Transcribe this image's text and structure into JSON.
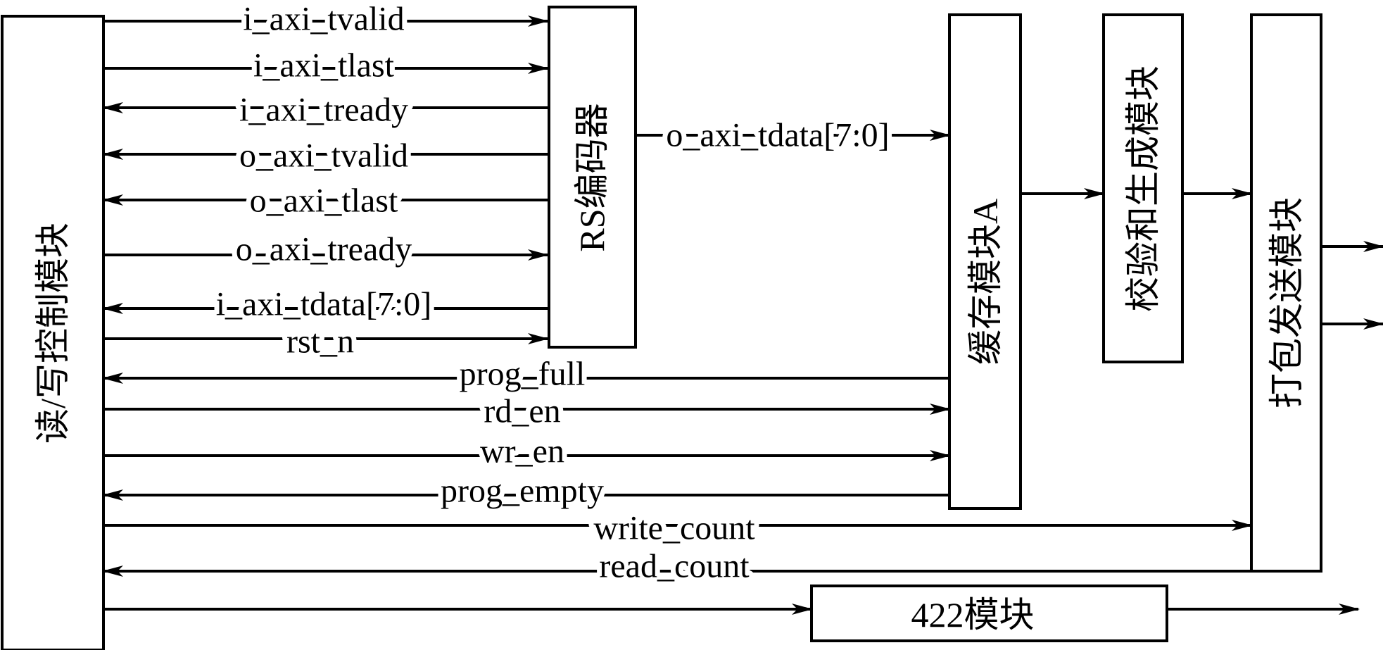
{
  "modules": {
    "rw_control": "读/写控制模块",
    "rs_encoder": "RS编码器",
    "buffer_a": "缓存模块A",
    "checksum_gen": "校验和生成模块",
    "packet_send": "打包发送模块",
    "m422": "422模块"
  },
  "signals": {
    "i_axi_tvalid": "i_axi_tvalid",
    "i_axi_tlast": "i_axi_tlast",
    "i_axi_tready": "i_axi_tready",
    "o_axi_tvalid": "o_axi_tvalid",
    "o_axi_tlast": "o_axi_tlast",
    "o_axi_tready": "o_axi_tready",
    "i_axi_tdata": "i_axi_tdata[7:0]",
    "rst_n": "rst_n",
    "o_axi_tdata": "o_axi_tdata[7:0]",
    "prog_full": "prog_full",
    "rd_en": "rd_en",
    "wr_en": "wr_en",
    "prog_empty": "prog_empty",
    "write_count": "write_count",
    "read_count": "read_count"
  }
}
